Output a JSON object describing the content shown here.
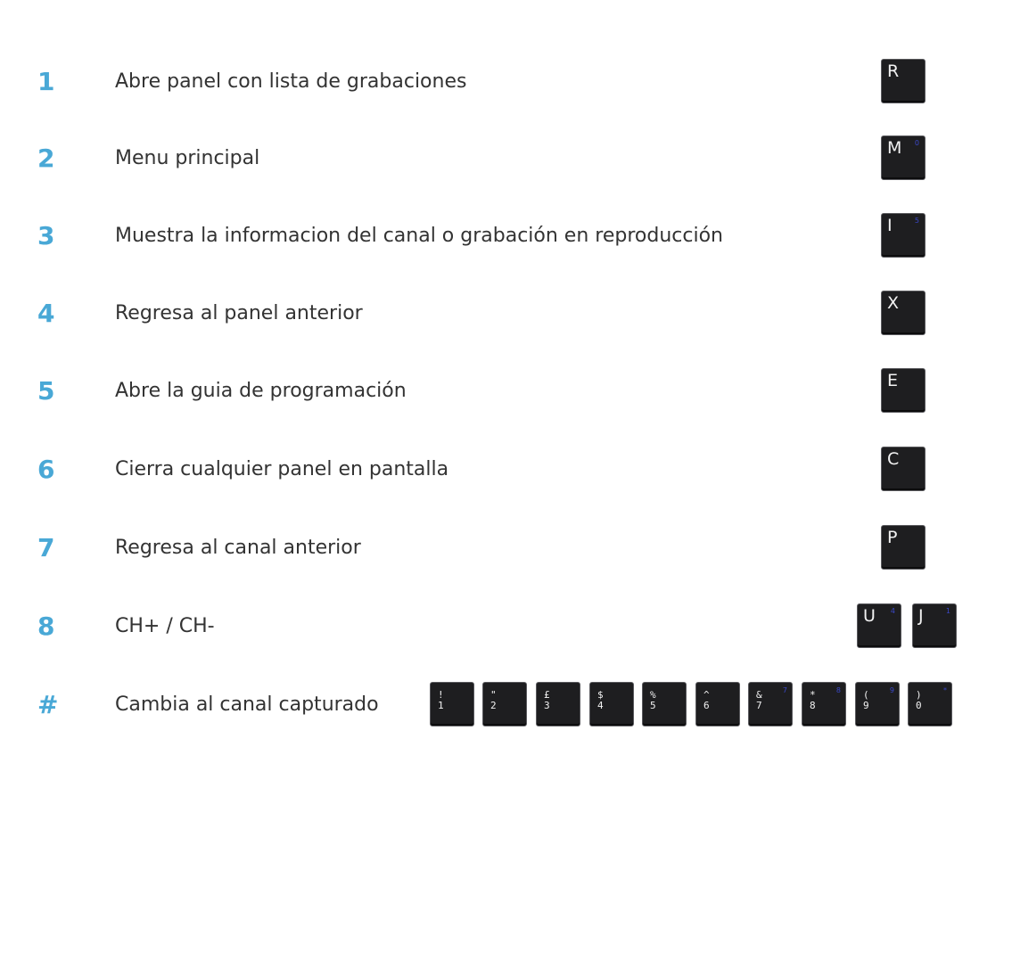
{
  "rows": [
    {
      "number": "1",
      "description": "Abre panel con lista de grabaciones",
      "key": "R",
      "sub": ""
    },
    {
      "number": "2",
      "description": "Menu principal",
      "key": "M",
      "sub": "0"
    },
    {
      "number": "3",
      "description": "Muestra la informacion del canal o grabación en reproducción",
      "key": "I",
      "sub": "5"
    },
    {
      "number": "4",
      "description": "Regresa al panel anterior",
      "key": "X",
      "sub": ""
    },
    {
      "number": "5",
      "description": "Abre la guia de programación",
      "key": "E",
      "sub": ""
    },
    {
      "number": "6",
      "description": "Cierra cualquier panel en pantalla",
      "key": "C",
      "sub": ""
    },
    {
      "number": "7",
      "description": "Regresa al canal anterior",
      "key": "P",
      "sub": ""
    },
    {
      "number": "8",
      "description": "CH+ / CH-",
      "keys": [
        {
          "key": "U",
          "sub": "4"
        },
        {
          "key": "J",
          "sub": "1"
        }
      ]
    },
    {
      "number": "#",
      "description": "Cambia al canal capturado",
      "digit_keys": [
        {
          "top": "!",
          "bottom": "1",
          "sub": ""
        },
        {
          "top": "\"",
          "bottom": "2",
          "sub": ""
        },
        {
          "top": "£",
          "bottom": "3",
          "sub": ""
        },
        {
          "top": "$",
          "bottom": "4",
          "sub": ""
        },
        {
          "top": "%",
          "bottom": "5",
          "sub": ""
        },
        {
          "top": "^",
          "bottom": "6",
          "sub": ""
        },
        {
          "top": "&",
          "bottom": "7",
          "sub": "7"
        },
        {
          "top": "*",
          "bottom": "8",
          "sub": "8"
        },
        {
          "top": "(",
          "bottom": "9",
          "sub": "9"
        },
        {
          "top": ")",
          "bottom": "0",
          "sub": "*"
        }
      ]
    }
  ],
  "colors": {
    "number": "#49a8d6",
    "text": "#333333",
    "key_bg": "#1e1e20",
    "key_sub": "#3a48c8"
  }
}
